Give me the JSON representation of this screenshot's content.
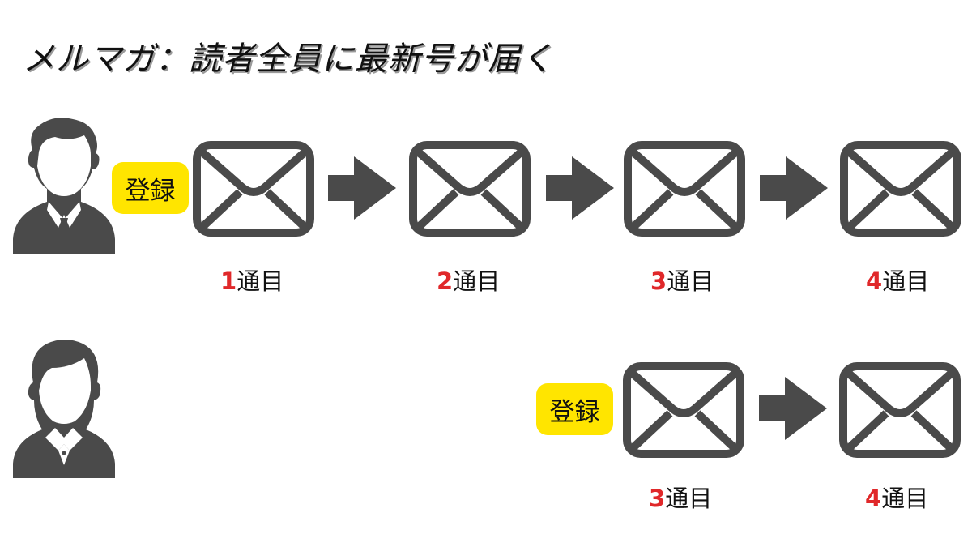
{
  "title": "メルマガ：読者全員に最新号が届く",
  "colors": {
    "icon": "#4a4a4a",
    "badge": "#ffe500",
    "number": "#e0282a",
    "text": "#111111"
  },
  "rows": [
    {
      "person": "man-icon",
      "badge": "登録",
      "emails": [
        {
          "num": "1",
          "unit": "通目"
        },
        {
          "num": "2",
          "unit": "通目"
        },
        {
          "num": "3",
          "unit": "通目"
        },
        {
          "num": "4",
          "unit": "通目"
        }
      ]
    },
    {
      "person": "woman-icon",
      "badge": "登録",
      "emails": [
        {
          "num": "3",
          "unit": "通目"
        },
        {
          "num": "4",
          "unit": "通目"
        }
      ]
    }
  ]
}
